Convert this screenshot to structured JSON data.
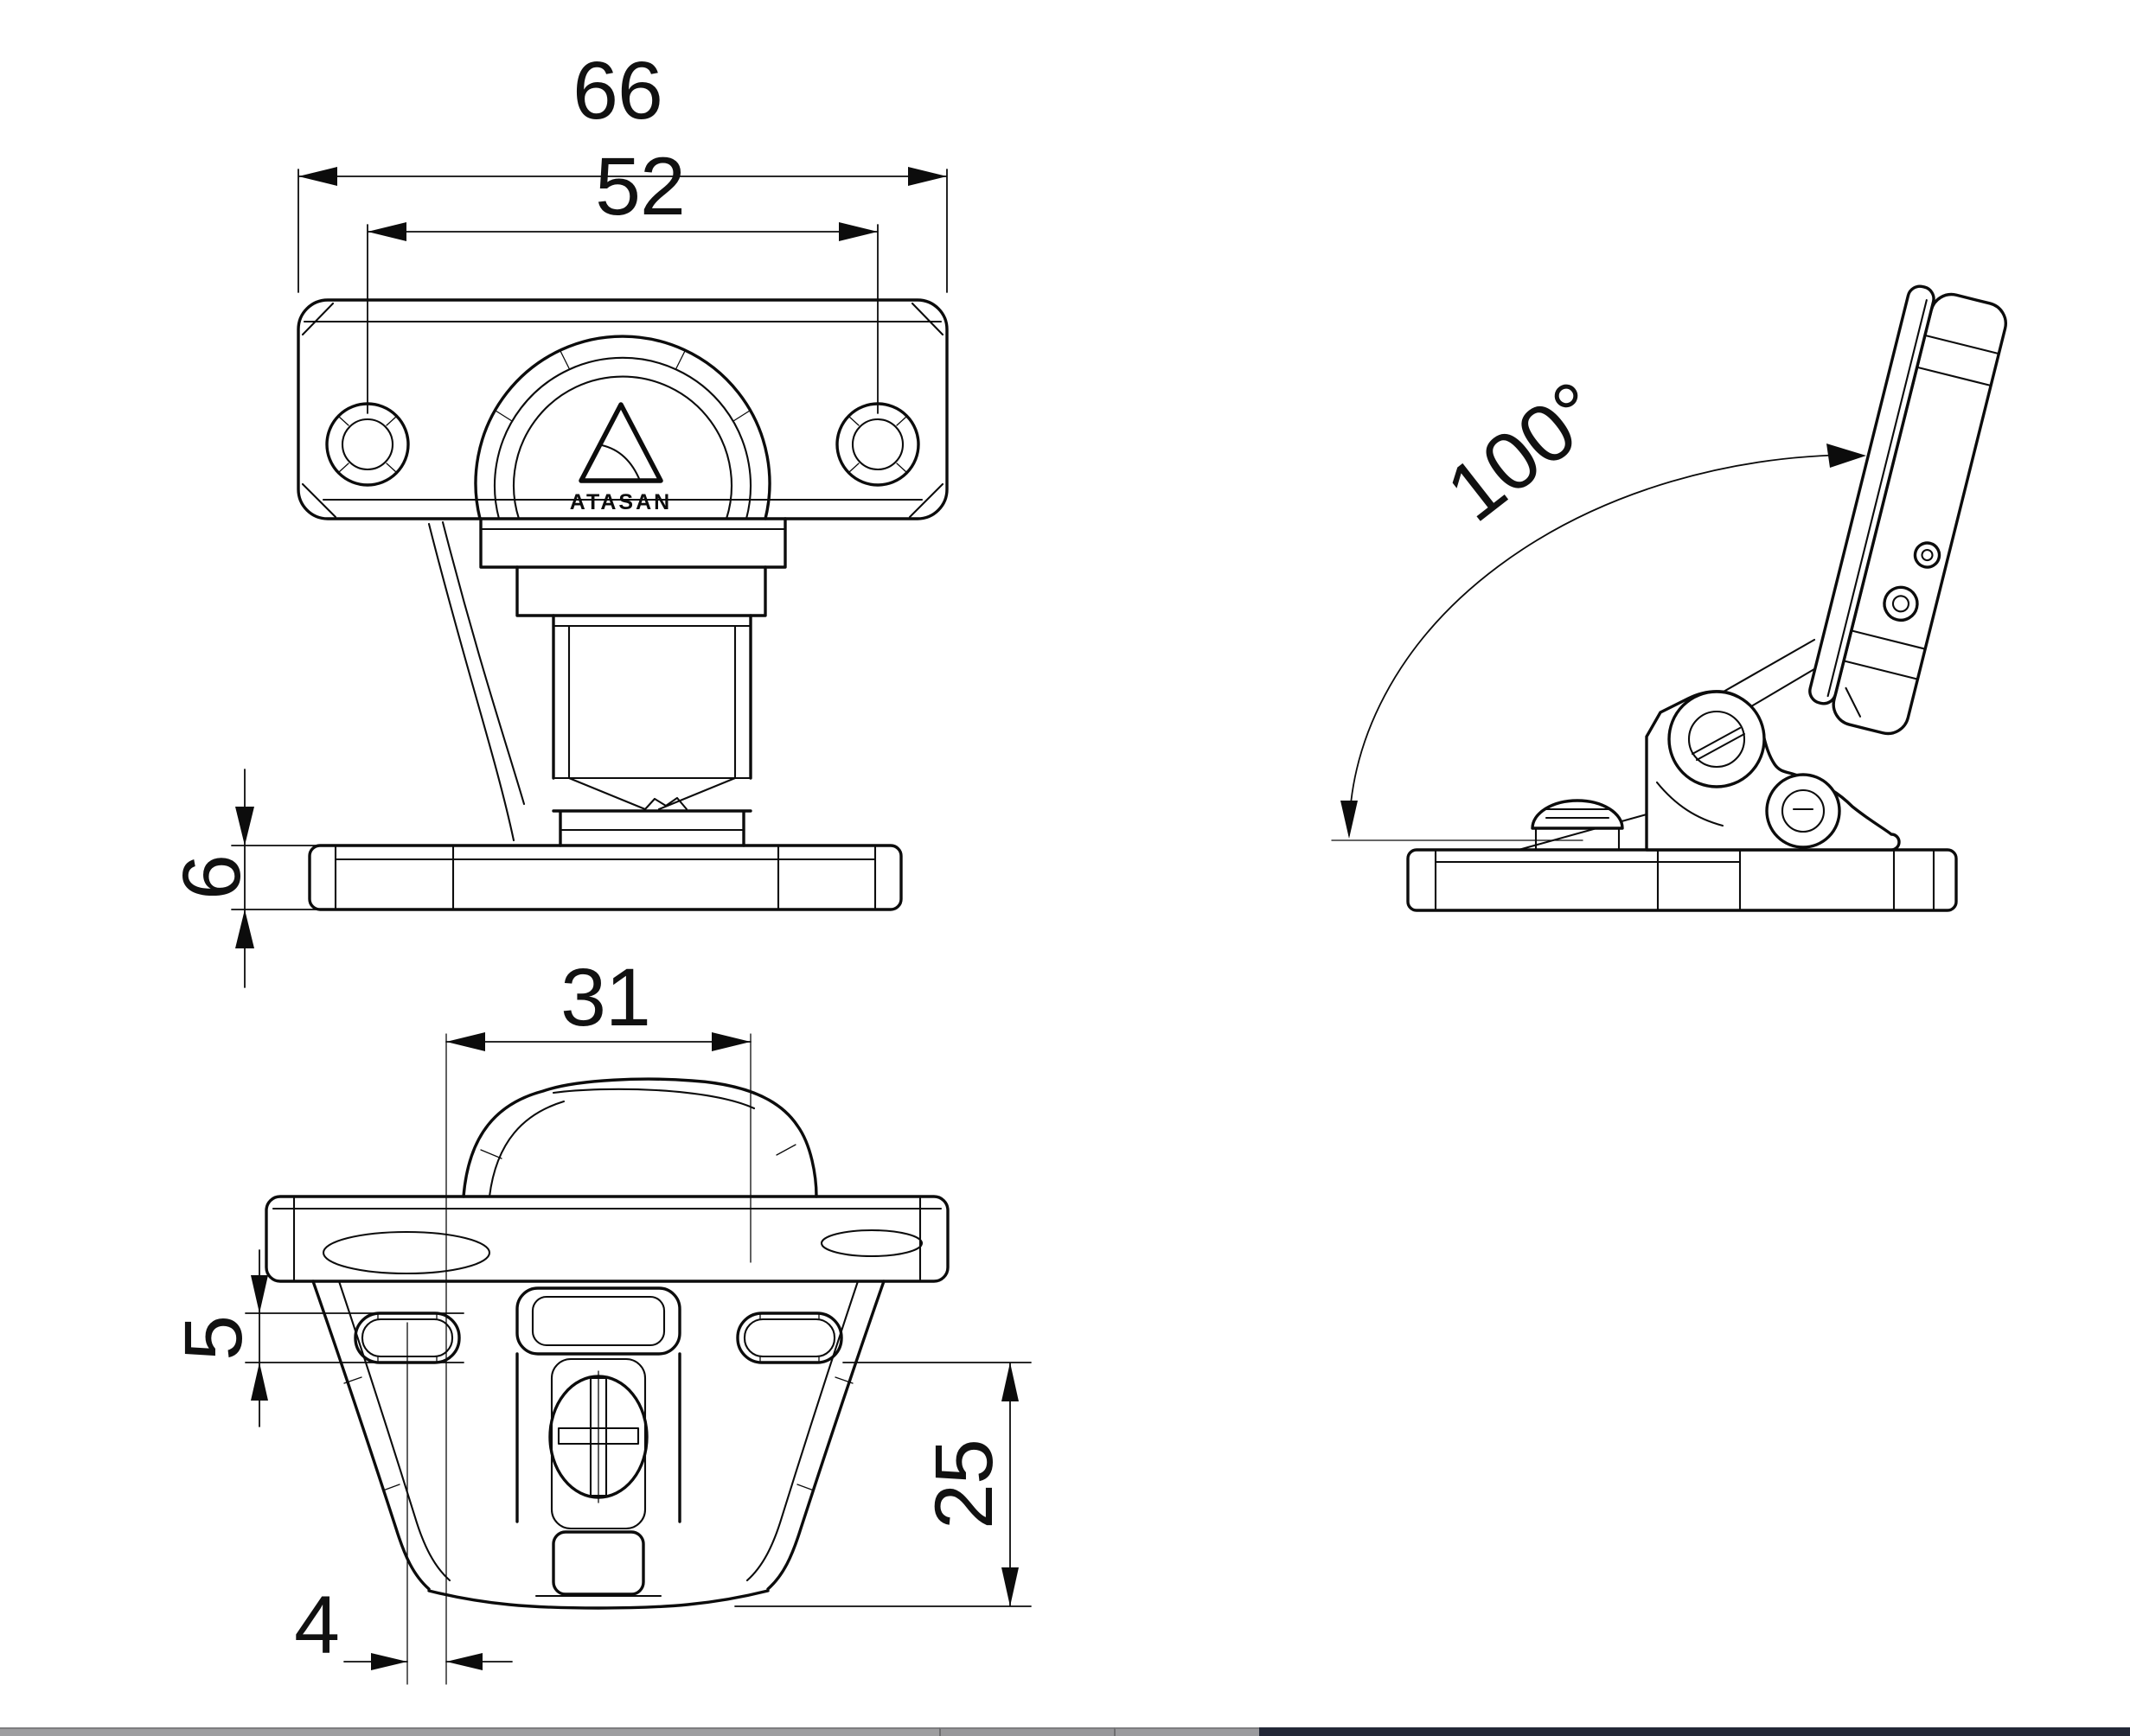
{
  "drawing": {
    "type": "hinge-technical-drawing",
    "background": "#ffffff",
    "line_color": "#0c0c0c"
  },
  "logo": {
    "text": "ATASAN",
    "symbol": "triangle-with-arc"
  },
  "dimensions": {
    "front_overall_width": "66",
    "front_hole_spacing": "52",
    "front_plate_thickness": "6",
    "side_opening_angle": "100°",
    "bottom_hole_pattern": "31",
    "bottom_slot_height": "5",
    "bottom_cup_depth": "25",
    "bottom_slot_offset": "4"
  },
  "statusbar": {
    "segment1_color": "#9e9ea0",
    "segment2_color": "#97979a",
    "segment3_color": "#9b9b9e",
    "segment4_color": "#232837",
    "segment1_width": 1088,
    "segment2_width": 200,
    "segment3_width": 166,
    "segment4_width": 1009
  }
}
